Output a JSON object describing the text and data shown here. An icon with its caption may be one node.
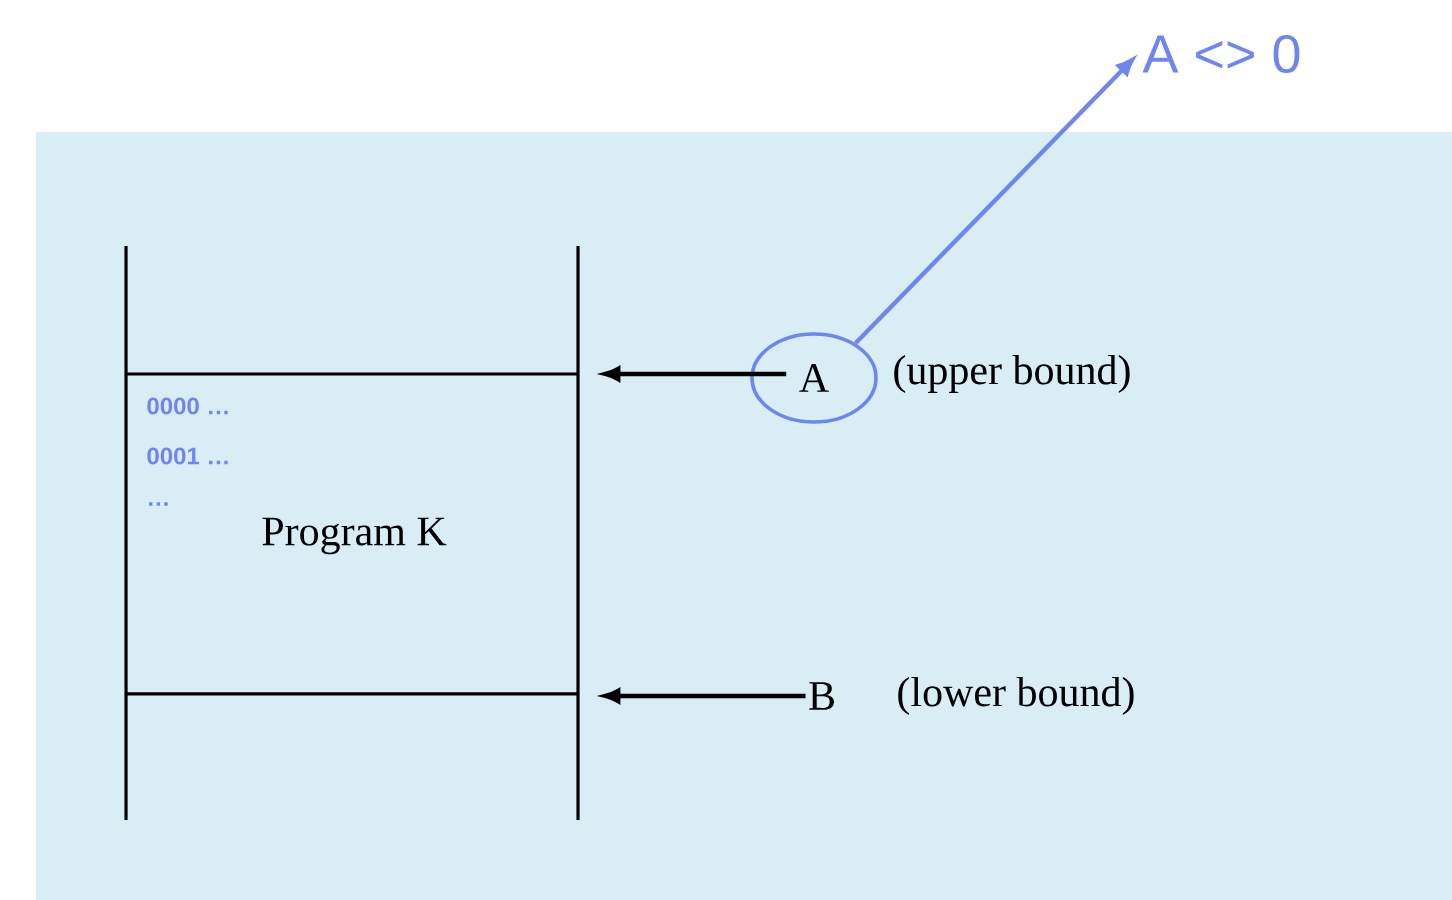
{
  "diagram": {
    "nodes": [
      {
        "text": [
          "0000 …",
          "0001 …",
          "…",
          "Program K"
        ]
      },
      {
        "text": [
          "A"
        ],
        "beside": [
          "(upper bound)"
        ]
      },
      {
        "text": [
          "B"
        ],
        "beside": [
          "(lower bound)"
        ]
      },
      {
        "text": [
          "A <> 0"
        ]
      }
    ],
    "edges": [
      {
        "from": 1,
        "to": 0,
        "arrow": "to"
      },
      {
        "from": 2,
        "to": 0,
        "arrow": "to"
      },
      {
        "from": 1,
        "to": 3,
        "arrow": "to",
        "color": "#6f86f0"
      }
    ]
  }
}
